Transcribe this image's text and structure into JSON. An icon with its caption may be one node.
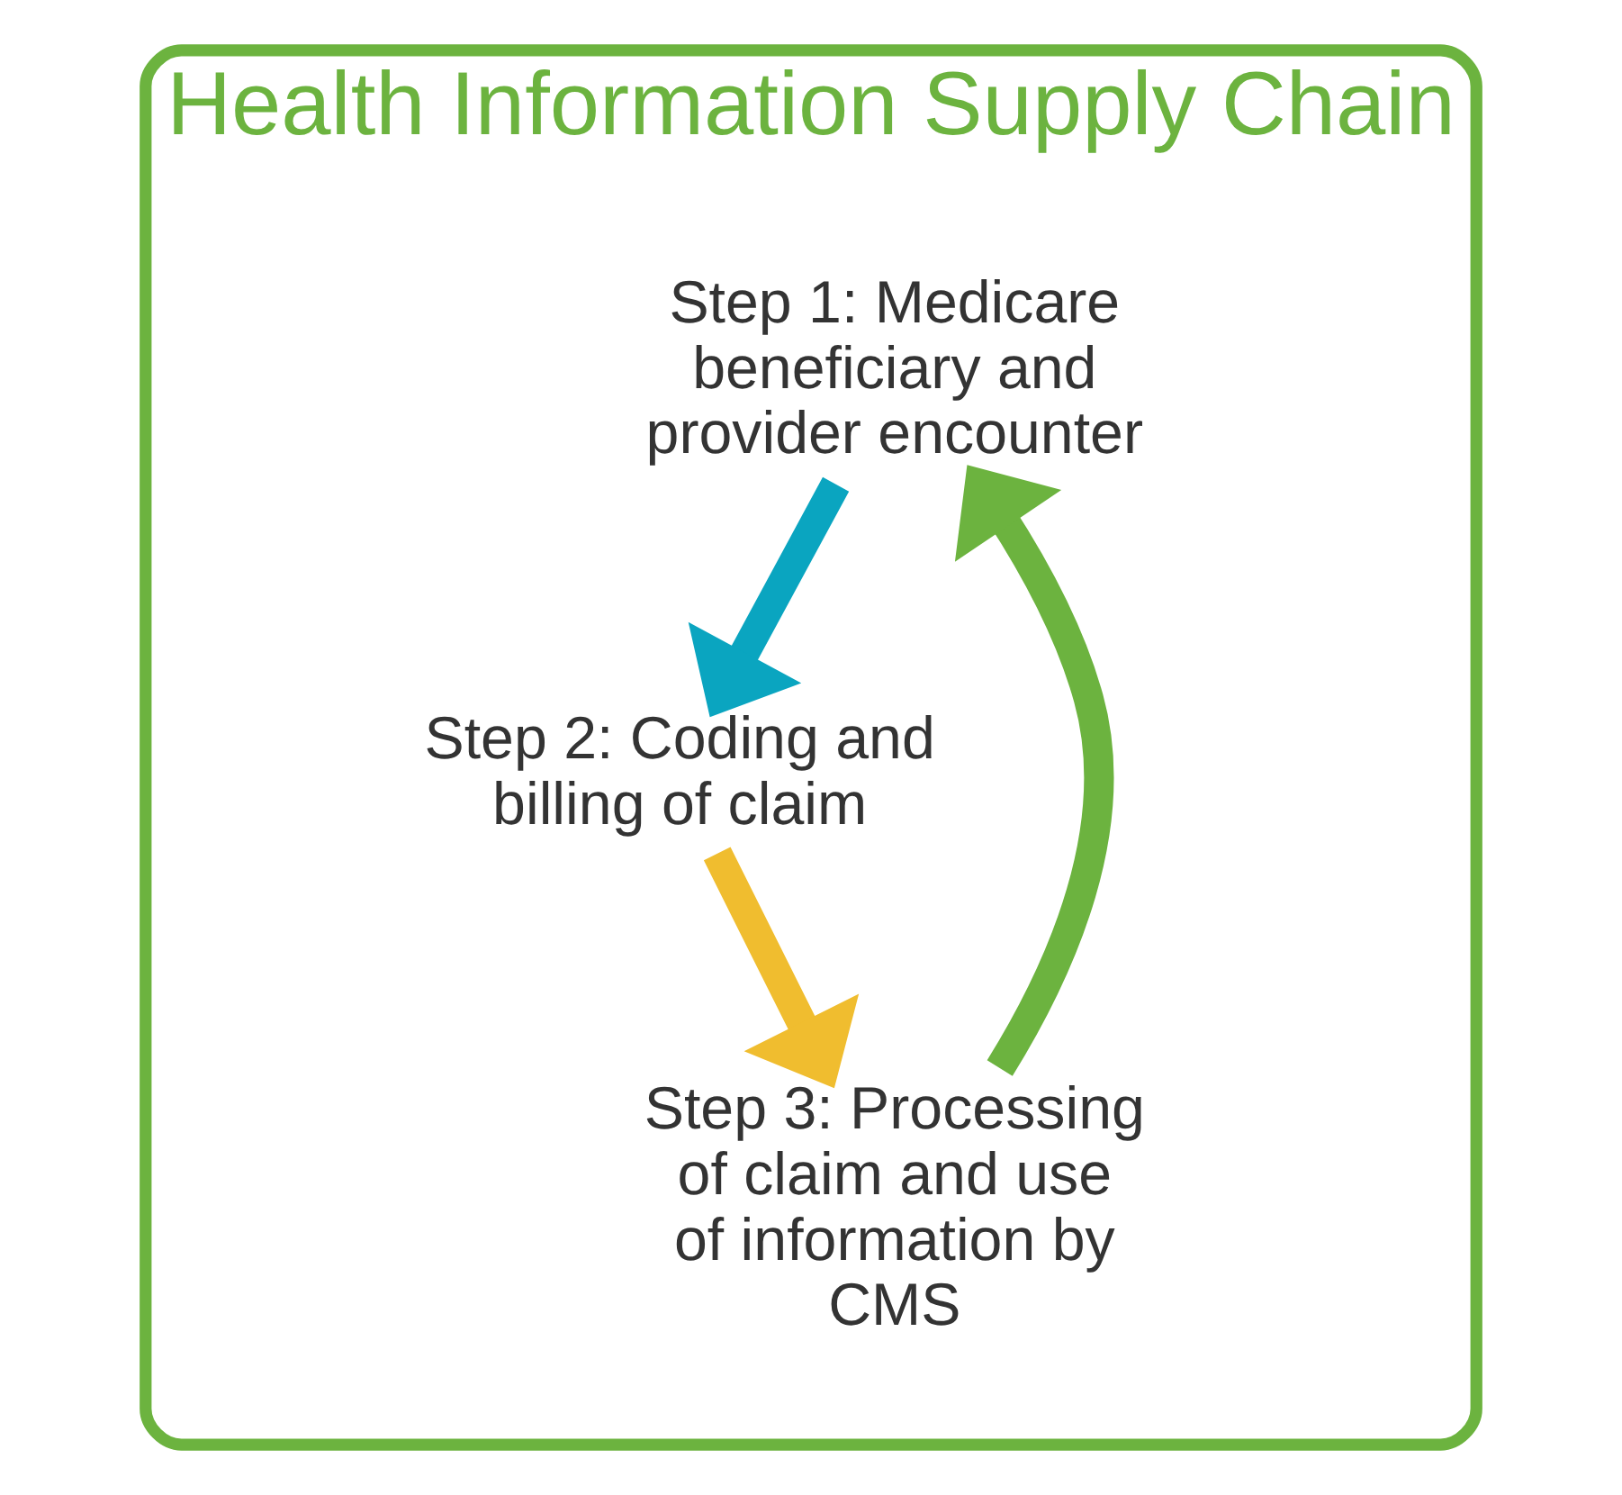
{
  "diagram": {
    "nodes": [
      {
        "text": [
          "Health Information Supply Chain"
        ]
      },
      {
        "text": [
          "Step 1: Medicare beneficiary and provider encounter"
        ],
        "in": 0
      },
      {
        "text": [
          "Step 2: Coding and billing of claim"
        ],
        "in": 0
      },
      {
        "text": [
          "Step 3: Processing of claim and use of information by CMS"
        ],
        "in": 0
      }
    ],
    "edges": [
      {
        "from": 1,
        "to": 2,
        "arrow": "to",
        "color": "#0aa5c0"
      },
      {
        "from": 2,
        "to": 3,
        "arrow": "to",
        "color": "#f0bd2f"
      },
      {
        "from": 3,
        "to": 1,
        "arrow": "to",
        "color": "#6cb33f"
      }
    ]
  }
}
